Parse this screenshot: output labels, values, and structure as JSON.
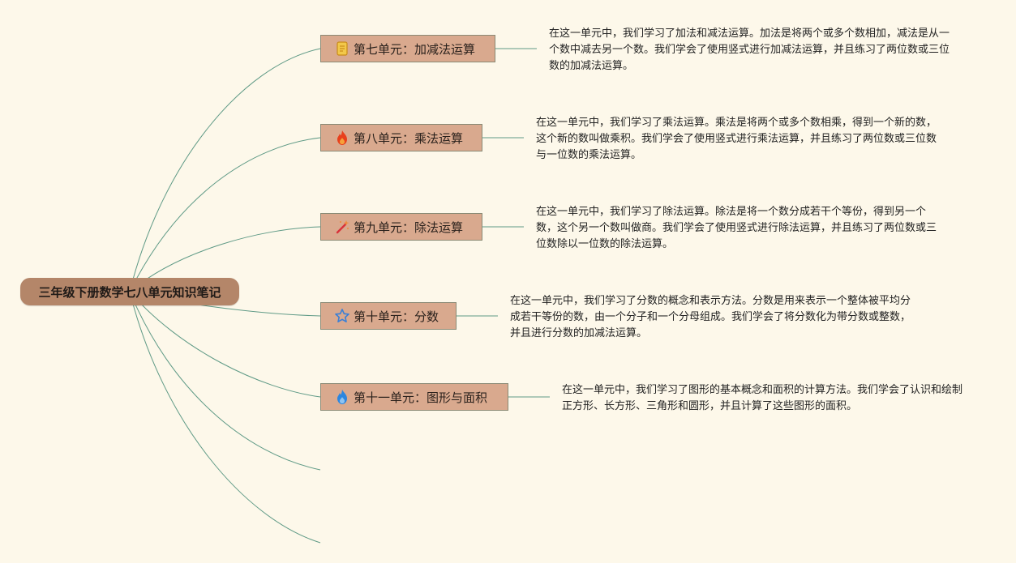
{
  "root": {
    "title": "三年级下册数学七八单元知识笔记"
  },
  "units": [
    {
      "label": "第七单元：加减法运算",
      "icon": "notepad-icon",
      "icon_color": "#e0a83a",
      "note": "在这一单元中，我们学习了加法和减法运算。加法是将两个或多个数相加，减法是从一个数中减去另一个数。我们学会了使用竖式进行加减法运算，并且练习了两位数或三位数的加减法运算。"
    },
    {
      "label": "第八单元：乘法运算",
      "icon": "fire-icon",
      "icon_color": "#e8401c",
      "note": "在这一单元中，我们学习了乘法运算。乘法是将两个或多个数相乘，得到一个新的数，这个新的数叫做乘积。我们学会了使用竖式进行乘法运算，并且练习了两位数或三位数与一位数的乘法运算。"
    },
    {
      "label": "第九单元：除法运算",
      "icon": "magic-wand-icon",
      "icon_color": "#d9323a",
      "note": "在这一单元中，我们学习了除法运算。除法是将一个数分成若干个等份，得到另一个数，这个另一个数叫做商。我们学会了使用竖式进行除法运算，并且练习了两位数或三位数除以一位数的除法运算。"
    },
    {
      "label": "第十单元：分数",
      "icon": "star-icon",
      "icon_color": "#3a7fd6",
      "note": "在这一单元中，我们学习了分数的概念和表示方法。分数是用来表示一个整体被平均分成若干等份的数，由一个分子和一个分母组成。我们学会了将分数化为带分数或整数，并且进行分数的加减法运算。"
    },
    {
      "label": "第十一单元：图形与面积",
      "icon": "blue-flame-icon",
      "icon_color": "#2b86e0",
      "note": "在这一单元中，我们学习了图形的基本概念和面积的计算方法。我们学会了认识和绘制正方形、长方形、三角形和圆形，并且计算了这些图形的面积。"
    }
  ],
  "colors": {
    "background": "#fdf8ea",
    "root_fill": "#b48669",
    "unit_fill": "#d9a98e",
    "connector": "#5f9a86"
  }
}
